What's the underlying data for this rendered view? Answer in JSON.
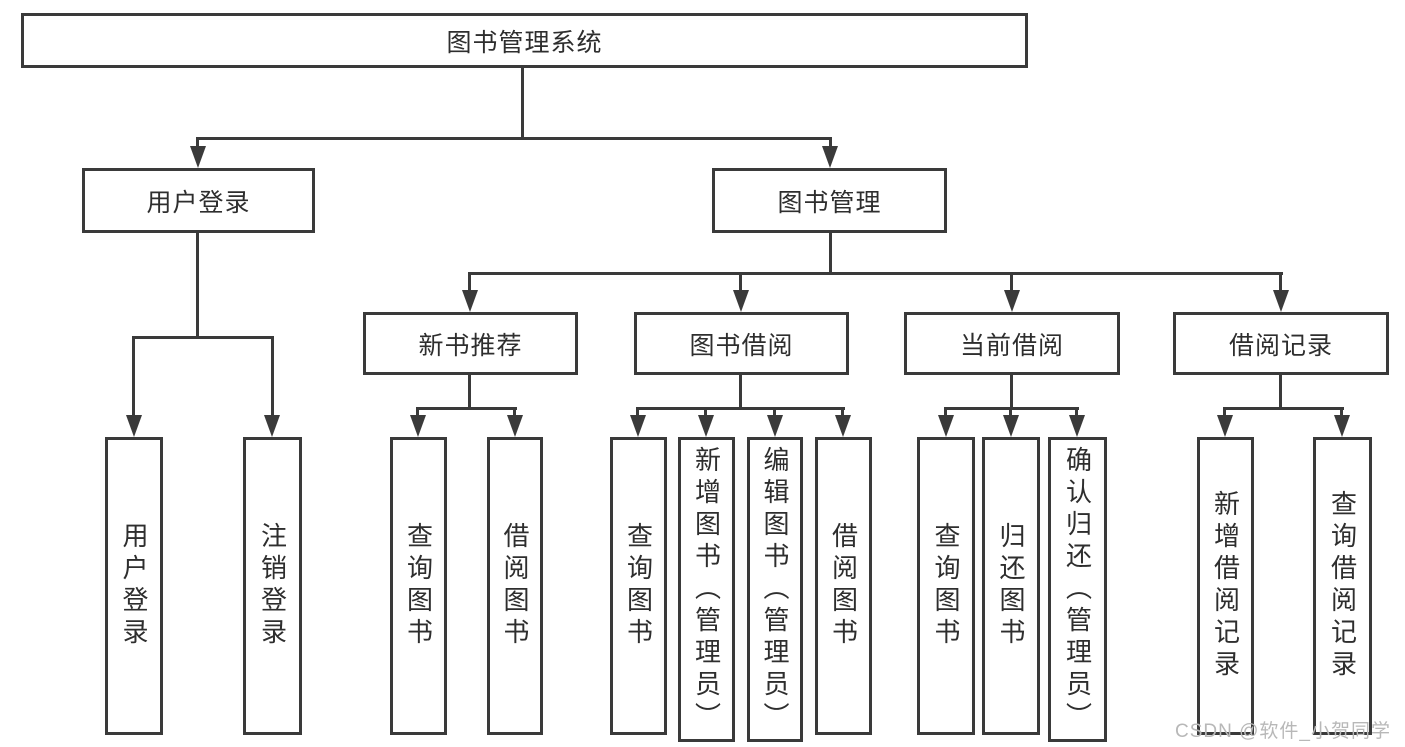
{
  "diagram": {
    "title": "图书管理系统",
    "nodes": {
      "root": "图书管理系统",
      "userLogin": "用户登录",
      "bookMgmt": "图书管理",
      "newBook": "新书推荐",
      "bookBorrow": "图书借阅",
      "currentBorrow": "当前借阅",
      "borrowRecord": "借阅记录",
      "userLoginLeaves": [
        "用户登录",
        "注销登录"
      ],
      "newBookLeaves": [
        "查询图书",
        "借阅图书"
      ],
      "bookBorrowLeaves": [
        "查询图书",
        "新增图书（管理员）",
        "编辑图书（管理员）",
        "借阅图书"
      ],
      "currentBorrowLeaves": [
        "查询图书",
        "归还图书",
        "确认归还（管理员）"
      ],
      "borrowRecordLeaves": [
        "新增借阅记录",
        "查询借阅记录"
      ]
    },
    "watermark": "CSDN @软件_小贺同学",
    "colors": {
      "line": "#3a3a3a",
      "text": "#2e2e2e",
      "watermark": "#b8b8b8",
      "background": "#ffffff"
    }
  }
}
